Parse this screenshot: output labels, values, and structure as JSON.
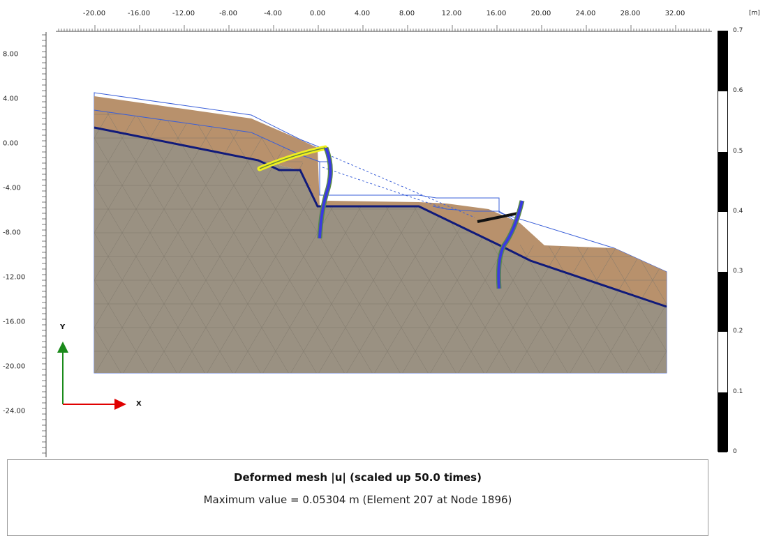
{
  "ruler": {
    "x_labels": [
      "-20.00",
      "-16.00",
      "-12.00",
      "-8.00",
      "-4.00",
      "0.00",
      "4.00",
      "8.00",
      "12.00",
      "16.00",
      "20.00",
      "24.00",
      "28.00",
      "32.00"
    ],
    "y_labels": [
      "8.00",
      "4.00",
      "0.00",
      "-4.00",
      "-8.00",
      "-12.00",
      "-16.00",
      "-20.00",
      "-24.00"
    ]
  },
  "legend": {
    "unit": "[m]",
    "labels": [
      "0.7",
      "0.6",
      "0.5",
      "0.4",
      "0.3",
      "0.2",
      "0.1",
      "0"
    ],
    "band_colors": [
      "#000000",
      "#ffffff",
      "#000000",
      "#ffffff",
      "#000000",
      "#ffffff",
      "#000000"
    ]
  },
  "axes_indicator": {
    "x_label": "X",
    "y_label": "Y",
    "x_color": "#e00000",
    "y_color": "#1a8a1a"
  },
  "info": {
    "title": "Deformed mesh |u| (scaled up 50.0 times)",
    "max_value": "Maximum value = 0.05304 m (Element 207 at Node 1896)"
  },
  "colors": {
    "soil_gray": "#9a9182",
    "soil_brown": "#b8916c",
    "mesh_line": "#7f786c",
    "boundary": "#3a5fd8",
    "interface": "#101a7a",
    "pile": "#3a3ae0",
    "anchor_yellow": "#f0f020",
    "strut_black": "#111111"
  }
}
